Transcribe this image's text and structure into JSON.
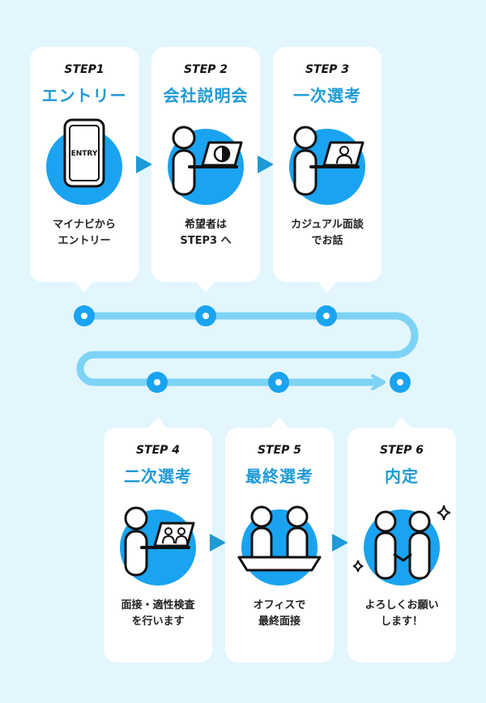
{
  "steps": [
    {
      "label": "STEP1",
      "title": "エントリー",
      "desc": "マイナビから\nエントリー",
      "icon": "entry-phone-icon"
    },
    {
      "label": "STEP 2",
      "title": "会社説明会",
      "desc": "希望者は\nSTEP3 へ",
      "icon": "laptop-presentation-icon"
    },
    {
      "label": "STEP 3",
      "title": "一次選考",
      "desc": "カジュアル面談\nでお話",
      "icon": "video-call-icon"
    },
    {
      "label": "STEP 4",
      "title": "二次選考",
      "desc": "面接・適性検査\nを行います",
      "icon": "group-video-call-icon"
    },
    {
      "label": "STEP 5",
      "title": "最終選考",
      "desc": "オフィスで\n最終面接",
      "icon": "interview-table-icon"
    },
    {
      "label": "STEP 6",
      "title": "内定",
      "desc": "よろしくお願い\nします！",
      "icon": "handshake-icon"
    }
  ],
  "entry_icon_text": "ENTRY",
  "colors": {
    "accent": "#1e9ad6",
    "bright": "#1aa3f0",
    "background": "#e3f6fd",
    "line": "#7dd3f5"
  }
}
